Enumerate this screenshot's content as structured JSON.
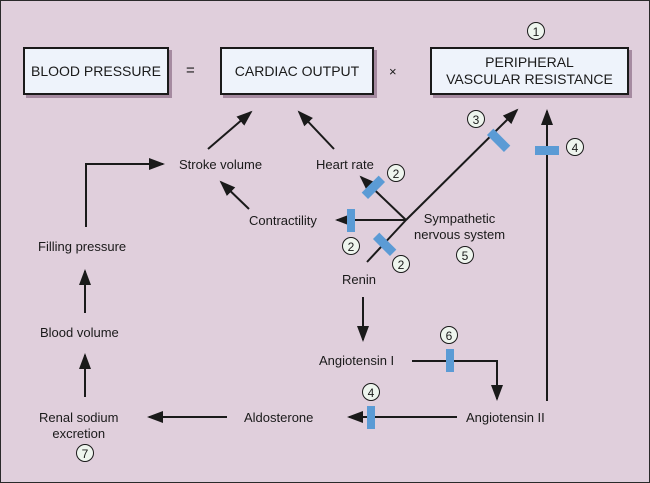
{
  "boxes": {
    "blood_pressure": "BLOOD PRESSURE",
    "cardiac_output": "CARDIAC OUTPUT",
    "pvr_line1": "PERIPHERAL",
    "pvr_line2": "VASCULAR RESISTANCE"
  },
  "operators": {
    "equals": "=",
    "times": "×"
  },
  "nodes": {
    "stroke_volume": "Stroke volume",
    "heart_rate": "Heart rate",
    "contractility": "Contractility",
    "sympathetic_line1": "Sympathetic",
    "sympathetic_line2": "nervous system",
    "filling_pressure": "Filling pressure",
    "blood_volume": "Blood volume",
    "renin": "Renin",
    "angiotensin_1": "Angiotensin I",
    "angiotensin_2": "Angiotensin II",
    "aldosterone": "Aldosterone",
    "renal_line1": "Renal sodium",
    "renal_line2": "excretion"
  },
  "markers": {
    "pvr": "1",
    "heart_rate": "2",
    "contractility": "2",
    "renin": "2",
    "sns_to_pvr": "3",
    "at2_to_pvr": "4",
    "sns": "5",
    "ace": "6",
    "aldosterone": "4",
    "renal": "7"
  },
  "colors": {
    "background": "#e0cfdc",
    "box_fill": "#eef3fb",
    "blocker": "#5b9bd5"
  }
}
